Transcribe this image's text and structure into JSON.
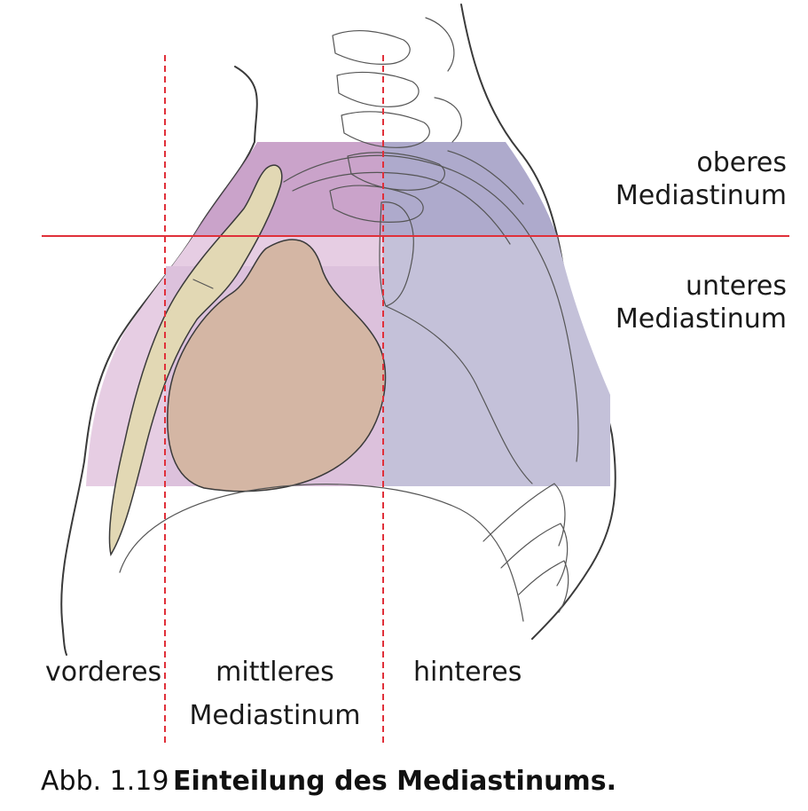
{
  "labels": {
    "upper_1": "oberes",
    "upper_2": "Mediastinum",
    "lower_1": "unteres",
    "lower_2": "Mediastinum",
    "anterior": "vorderes",
    "middle_1": "mittleres",
    "middle_2": "Mediastinum",
    "posterior": "hinteres"
  },
  "caption": {
    "number": "Abb. 1.19",
    "text": "Einteilung des Mediastinums."
  },
  "colors": {
    "upper_anterior_region": "#c59bc5",
    "upper_posterior_region": "#aaa5c9",
    "lower_anterior_region": "#e6cde3",
    "lower_posterior_region": "#c4c1d9",
    "lower_middle_overlap": "#dcc1dc",
    "heart": "#d4b6a4",
    "sternum": "#e2d8b4",
    "divider_lines": "#e0303a",
    "outline": "#3a3a3a"
  }
}
